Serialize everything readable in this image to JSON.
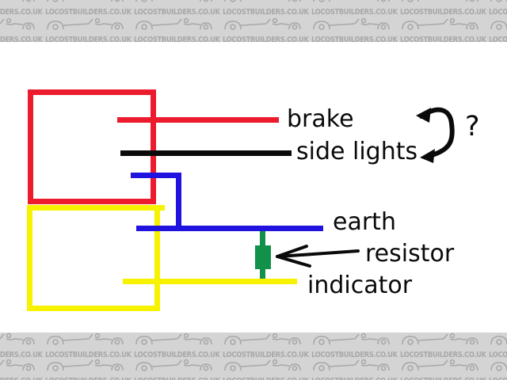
{
  "watermark": {
    "text": "LOCOSTBUILDERS.CO.UK"
  },
  "diagram": {
    "labels": {
      "brake": "brake",
      "side_lights": "side lights",
      "earth": "earth",
      "resistor": "resistor",
      "indicator": "indicator",
      "question_mark": "?"
    },
    "colors": {
      "brake_wire": "#ec1b2e",
      "side_lights_wire": "#0a0a0a",
      "earth_wire": "#2012df",
      "indicator_wire": "#f6f200",
      "lamp_box_red": "#ec1b2e",
      "lamp_box_yellow": "#f6f200",
      "resistor_body": "#12914b",
      "annotation": "#0a0a0a",
      "banner_background": "#d4d4d4",
      "watermark_gray": "#a8a8a8"
    }
  }
}
